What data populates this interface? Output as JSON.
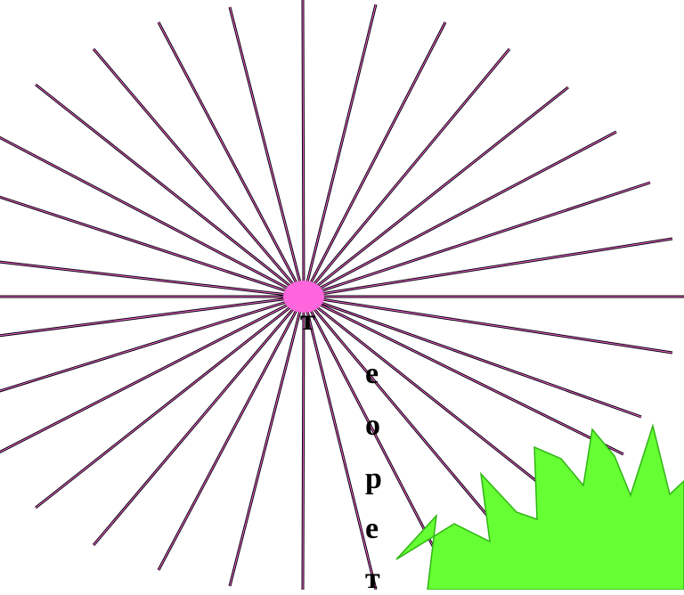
{
  "word_letters": [
    "т",
    "е",
    "о",
    "р",
    "е",
    "т"
  ],
  "colors": {
    "background": "#ffffff",
    "ray_outline": "#000000",
    "ray_core": "#ff66dd",
    "hub": "#ff66dd",
    "star_fill": "#66ff33",
    "star_stroke": "#2fb514",
    "letters": "#000000"
  },
  "shapes": {
    "center_shape": "pink-ellipse",
    "rays": "radial-lines",
    "corner_shape": "green-jagged-star"
  }
}
